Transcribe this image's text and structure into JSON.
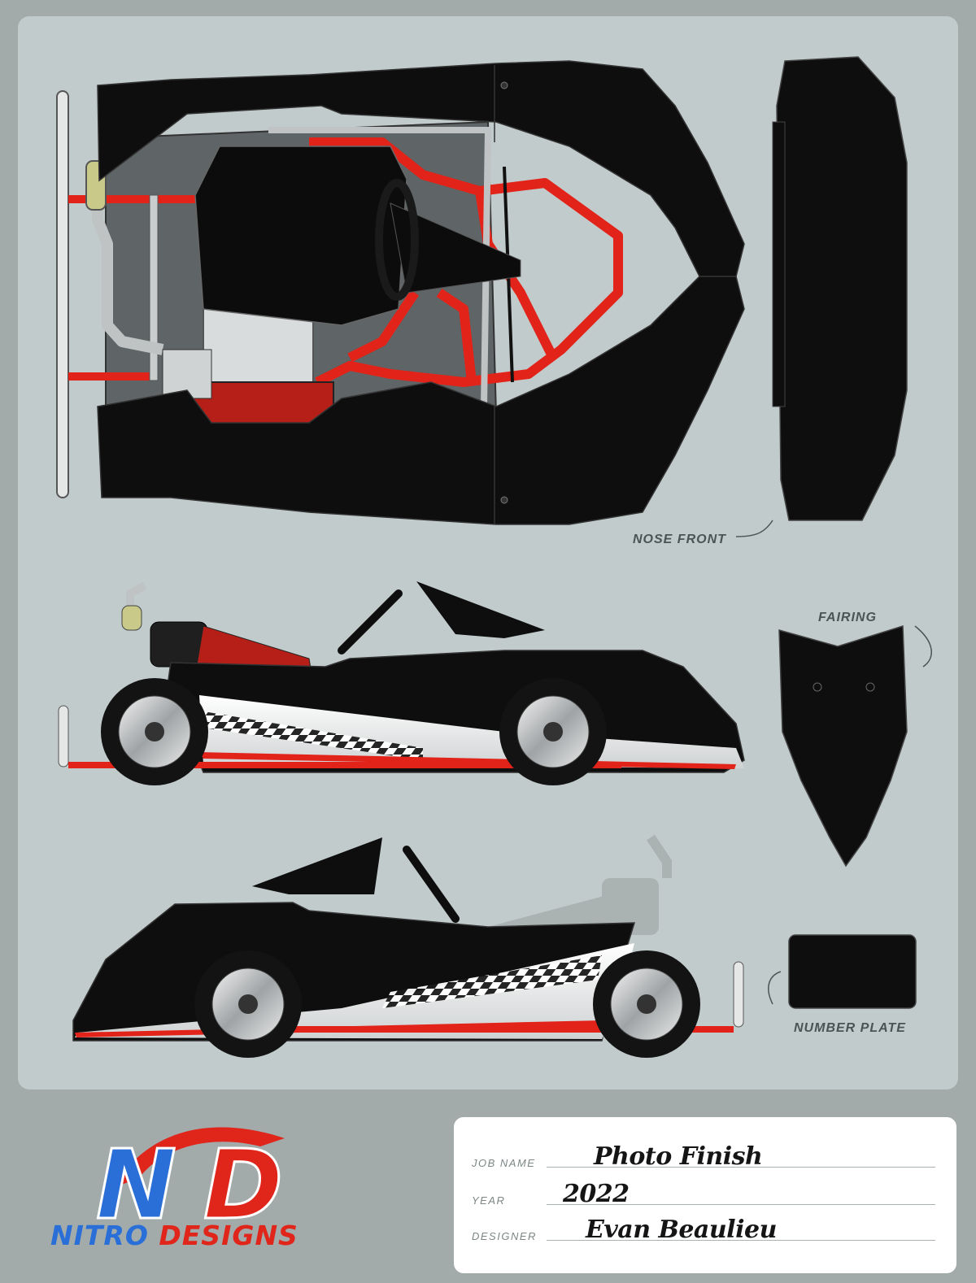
{
  "labels": {
    "nose_front": "NOSE FRONT",
    "fairing": "FAIRING",
    "number_plate": "NUMBER PLATE"
  },
  "logo": {
    "letters": "ND",
    "word1": "NITRO",
    "word2": "DESIGNS"
  },
  "job_card": {
    "job_name_label": "JOB NAME",
    "job_name": "Photo Finish",
    "year_label": "YEAR",
    "year": "2022",
    "designer_label": "DESIGNER",
    "designer": "Evan Beaulieu"
  },
  "colors": {
    "background": "#a2abaa",
    "panel": "#c2cbcb",
    "body_black": "#0e0e0e",
    "frame_red": "#e2231a",
    "logo_blue": "#2a6fd8",
    "logo_red": "#e0251b"
  }
}
